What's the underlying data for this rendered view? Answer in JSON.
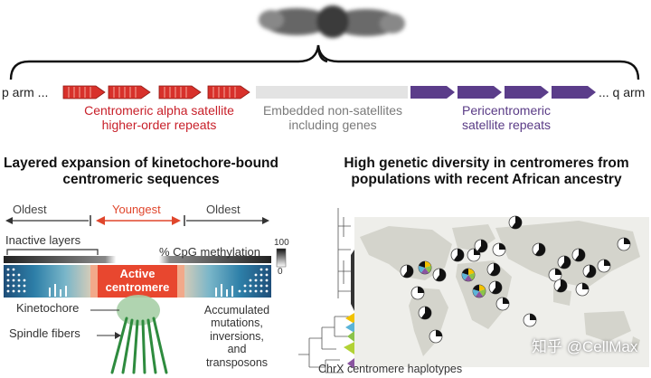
{
  "top": {
    "p_arm": "p arm ...",
    "q_arm": "... q arm",
    "alpha_l1": "Centromeric alpha satellite",
    "alpha_l2": "higher-order repeats",
    "embedded_l1": "Embedded non-satellites",
    "embedded_l2": "including genes",
    "peri_l1": "Pericentromeric",
    "peri_l2": "satellite repeats"
  },
  "left_panel": {
    "title_l1": "Layered expansion of kinetochore-bound",
    "title_l2": "centromeric sequences",
    "oldest_left": "Oldest",
    "youngest": "Youngest",
    "oldest_right": "Oldest",
    "inactive_layers": "Inactive layers",
    "cpg": "% CpG methylation",
    "scale_max": "100",
    "scale_min": "0",
    "active_l1": "Active",
    "active_l2": "centromere",
    "kinetochore": "Kinetochore",
    "spindle": "Spindle fibers",
    "accum_l1": "Accumulated",
    "accum_l2": "mutations,",
    "accum_l3": "inversions,",
    "accum_l4": "and",
    "accum_l5": "transposons"
  },
  "right_panel": {
    "title_l1": "High genetic diversity in centromeres from",
    "title_l2": "populations with recent African ancestry",
    "haplotypes": "ChrX centromere haplotypes",
    "watermark": "知乎 @CellMax"
  },
  "colors": {
    "alpha": "#d8312b",
    "embedded": "#e3e3e3",
    "pericentromeric": "#5b3d8a",
    "active": "#e8472f",
    "map_land": "#d4d4cc",
    "map_bg": "#eeeeea",
    "fiber": "#2e8b3e"
  }
}
